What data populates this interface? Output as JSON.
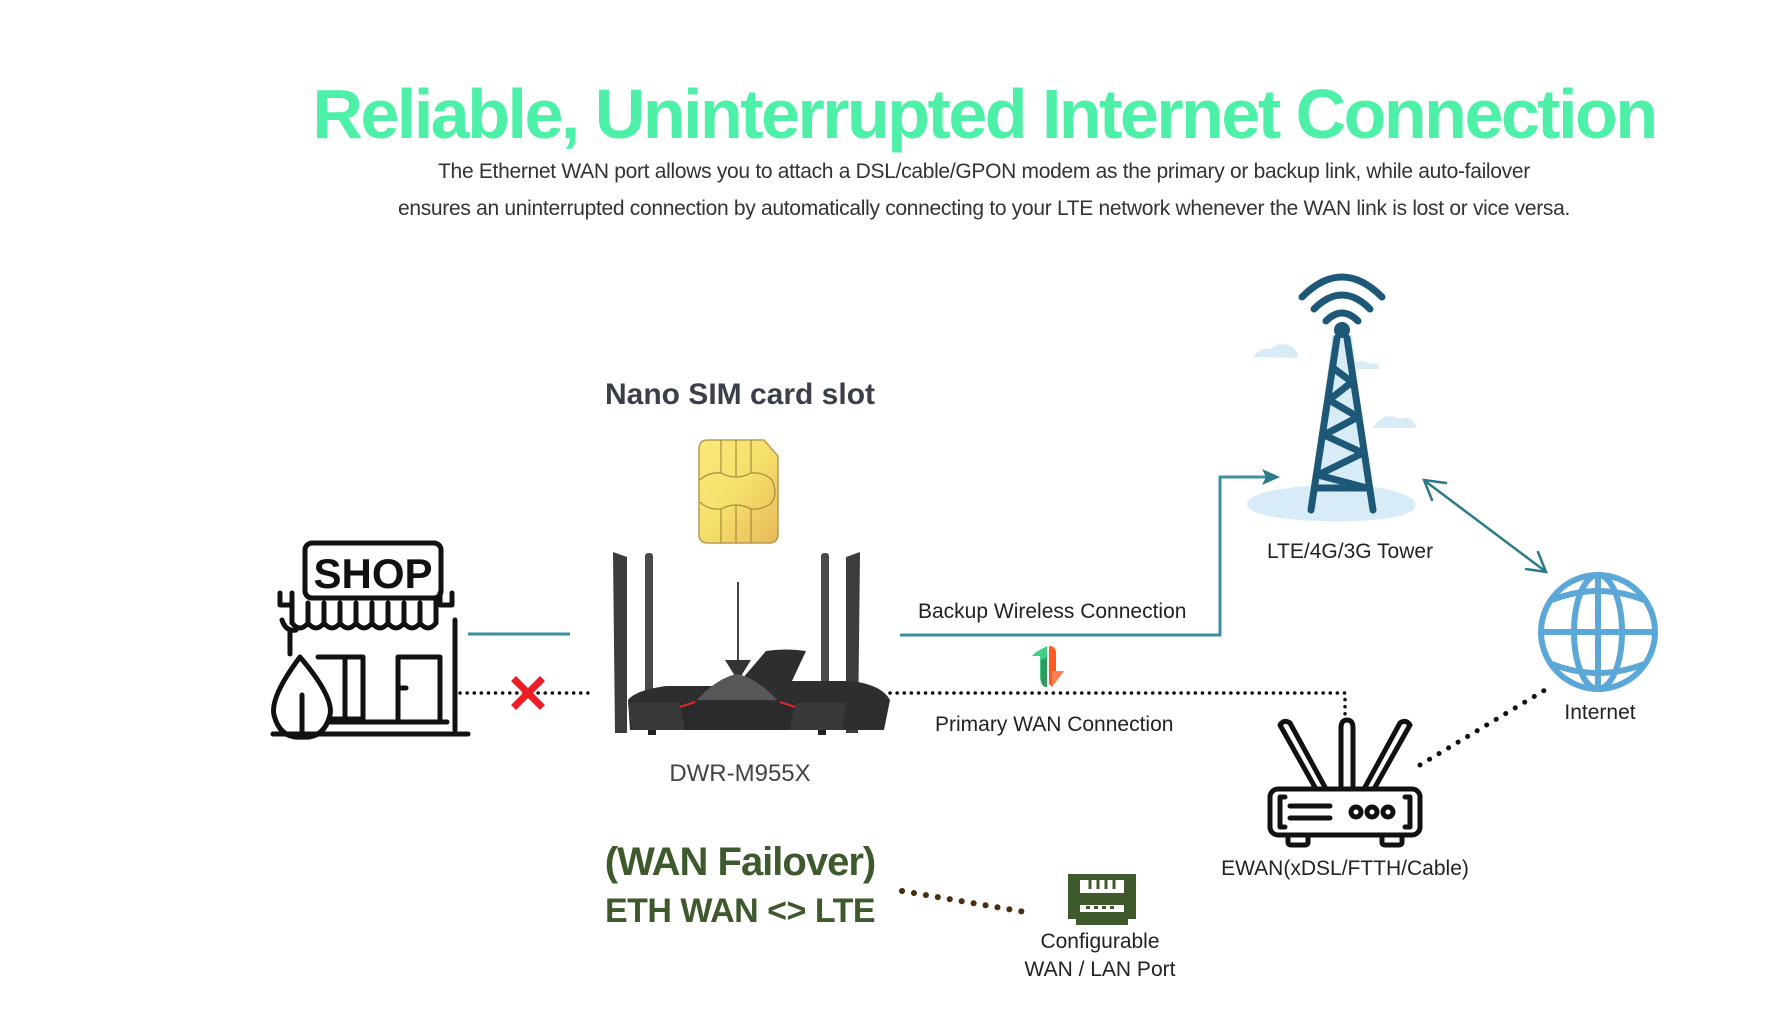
{
  "header": {
    "title": "Reliable, Uninterrupted Internet Connection",
    "subtitle_line1": "The Ethernet WAN port allows you to attach a DSL/cable/GPON modem as the primary or backup link, while auto-failover",
    "subtitle_line2": "ensures an uninterrupted connection by automatically connecting to your LTE network whenever the WAN link is lost or vice versa."
  },
  "diagram": {
    "sim_label": "Nano SIM card slot",
    "router_label": "DWR-M955X",
    "shop_sign": "SHOP",
    "backup_label": "Backup Wireless Connection",
    "primary_label": "Primary WAN Connection",
    "tower_label": "LTE/4G/3G Tower",
    "internet_label": "Internet",
    "ewan_label": "EWAN(xDSL/FTTH/Cable)",
    "failover_title": "(WAN Failover)",
    "failover_subtitle": "ETH WAN <> LTE",
    "port_label_line1": "Configurable",
    "port_label_line2": "WAN / LAN Port"
  },
  "colors": {
    "title": "#4cf0a6",
    "backup_line": "#3a8fa0",
    "tower": "#1d5878",
    "tower_bg": "#d7ecf6",
    "globe": "#5ba8d8",
    "failover_text": "#3e5a2c",
    "failed_x": "#ee1c24",
    "up_arrow": "#3ecf82",
    "down_arrow": "#ff5a1f"
  }
}
